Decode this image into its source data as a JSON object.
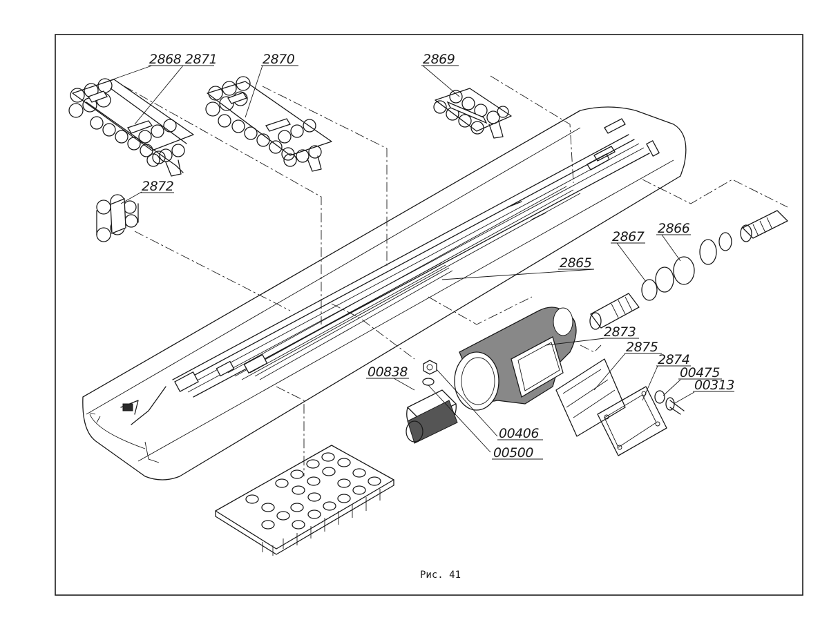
{
  "figure": {
    "caption": "Рис. 41"
  },
  "callouts": {
    "c2868_2871": "2868 2871",
    "c2870": "2870",
    "c2869": "2869",
    "c2872": "2872",
    "c2867": "2867",
    "c2866": "2866",
    "c2865": "2865",
    "c2873": "2873",
    "c2875": "2875",
    "c2874": "2874",
    "c00475": "00475",
    "c00313": "00313",
    "c00838": "00838",
    "c00406": "00406",
    "c00500": "00500"
  }
}
